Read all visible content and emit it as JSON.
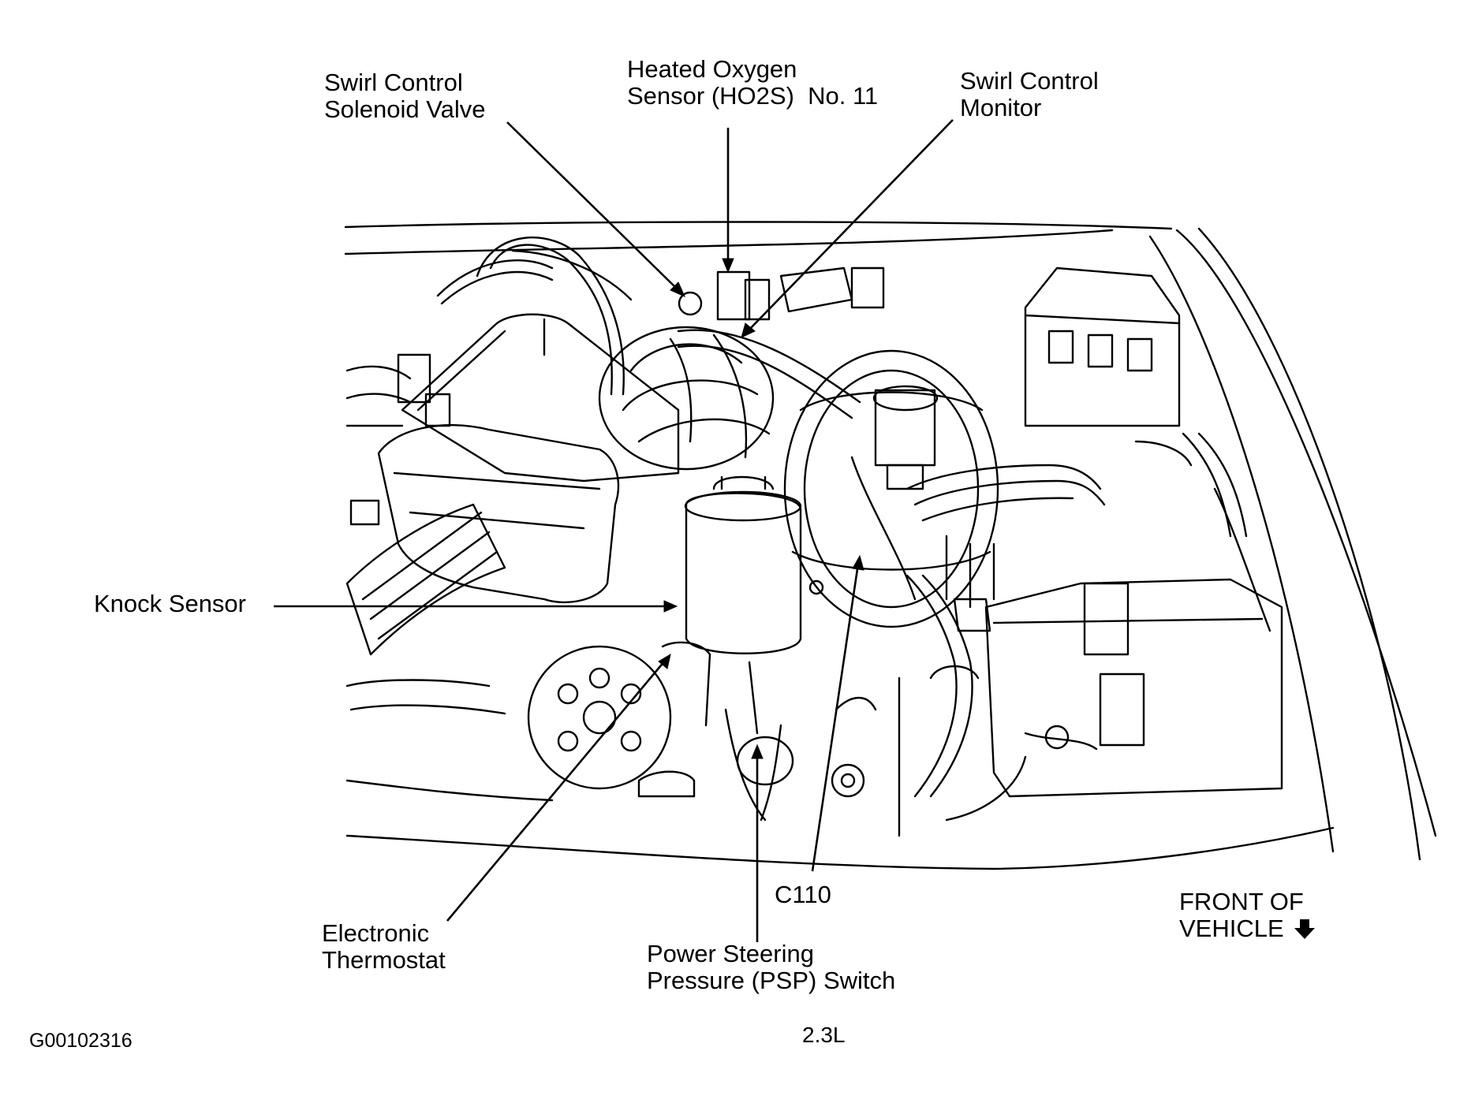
{
  "labels": {
    "swirl_solenoid": [
      "Swirl Control",
      "Solenoid Valve"
    ],
    "ho2s": [
      "Heated Oxygen",
      "Sensor (HO2S)  No. 11"
    ],
    "swirl_monitor": [
      "Swirl Control",
      "Monitor"
    ],
    "knock_sensor": "Knock Sensor",
    "electronic_thermostat": [
      "Electronic",
      "Thermostat"
    ],
    "psp_switch": [
      "Power Steering",
      "Pressure (PSP) Switch"
    ],
    "c110": "C110",
    "front_of_vehicle": [
      "FRONT OF",
      "VEHICLE"
    ]
  },
  "figure_id": "G00102316",
  "engine": "2.3L"
}
